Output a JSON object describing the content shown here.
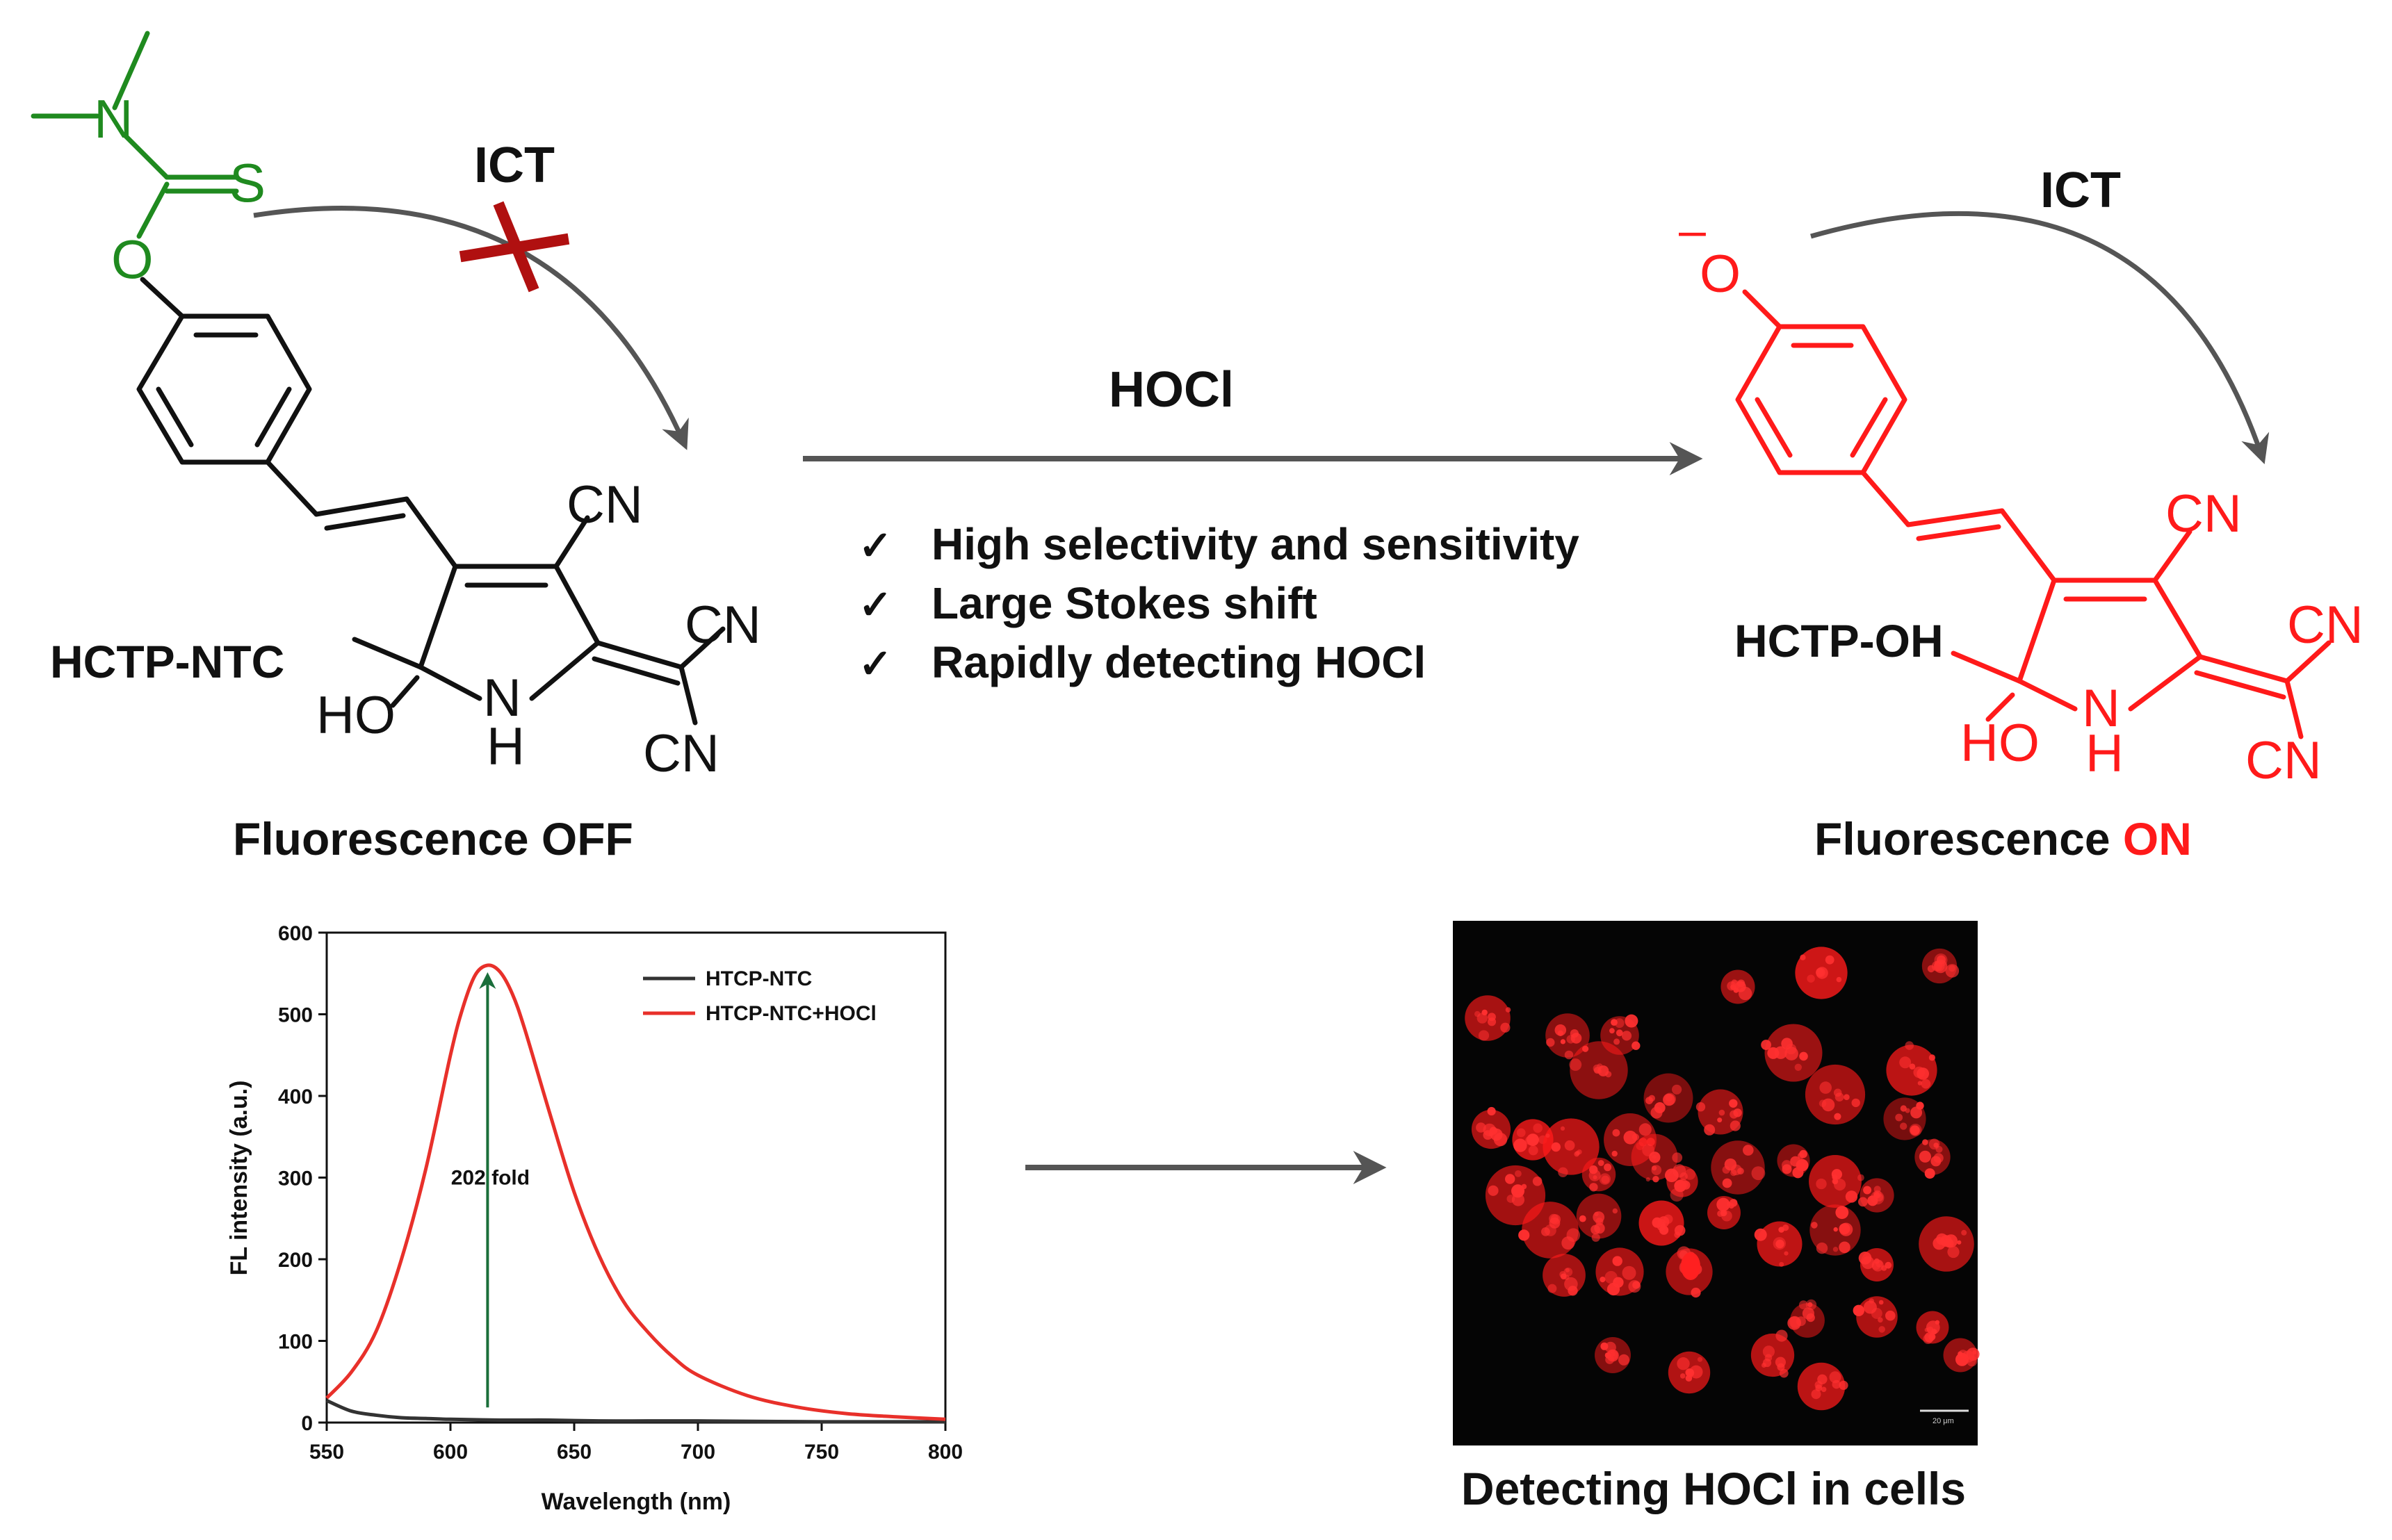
{
  "colors": {
    "green": "#1f8a1f",
    "red": "#ff1a1a",
    "dark_red": "#b01010",
    "gray": "#555555",
    "text": "#111111",
    "arrow_green": "#1a6e3a"
  },
  "labels": {
    "ict_left": "ICT",
    "ict_right": "ICT",
    "reagent": "HOCl",
    "benefits": [
      "High selectivity and sensitivity",
      "Large Stokes shift",
      "Rapidly detecting HOCl"
    ],
    "check_glyph": "✓",
    "probe_name": "HCTP-NTC",
    "product_name": "HCTP-OH",
    "state_off": "Fluorescence OFF",
    "state_on_prefix": "Fluorescence ",
    "state_on_word": "ON",
    "cells_caption": "Detecting HOCl in cells",
    "scale_bar": "20 μm"
  },
  "atoms": {
    "n": "N",
    "s": "S",
    "o": "O",
    "minus": "–",
    "cn": "CN",
    "ho": "HO",
    "h": "H"
  },
  "chart_data": {
    "type": "line",
    "xlabel": "Wavelength (nm)",
    "ylabel": "FL intensity (a.u.)",
    "xlim": [
      550,
      800
    ],
    "ylim": [
      0,
      600
    ],
    "xticks": [
      550,
      600,
      650,
      700,
      750,
      800
    ],
    "yticks": [
      0,
      100,
      200,
      300,
      400,
      500,
      600
    ],
    "annotation": "202 fold",
    "legend_position": "top-right",
    "series": [
      {
        "name": "HTCP-NTC",
        "color": "#333333",
        "x": [
          550,
          560,
          570,
          580,
          590,
          600,
          620,
          640,
          660,
          680,
          700,
          750,
          800
        ],
        "y": [
          27,
          14,
          9,
          6,
          5,
          4,
          3,
          3,
          2,
          2,
          2,
          1,
          1
        ]
      },
      {
        "name": "HTCP-NTC+HOCl",
        "color": "#e8302a",
        "x": [
          550,
          560,
          570,
          580,
          590,
          600,
          605,
          610,
          615,
          620,
          625,
          630,
          640,
          650,
          660,
          670,
          680,
          690,
          700,
          720,
          740,
          760,
          780,
          800
        ],
        "y": [
          30,
          62,
          112,
          198,
          310,
          450,
          508,
          548,
          560,
          552,
          525,
          482,
          380,
          282,
          205,
          148,
          110,
          80,
          58,
          33,
          19,
          11,
          7,
          4
        ]
      }
    ]
  }
}
